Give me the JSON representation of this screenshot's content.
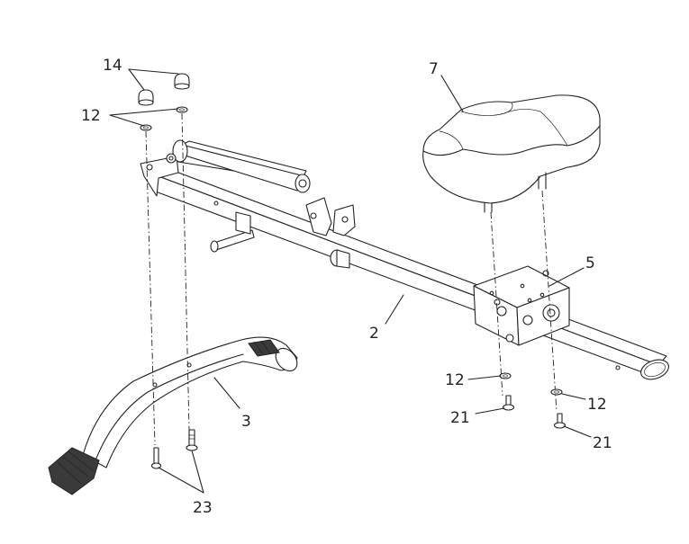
{
  "callouts": {
    "c2": "2",
    "c3": "3",
    "c5": "5",
    "c7": "7",
    "c12a": "12",
    "c12b": "12",
    "c12c": "12",
    "c14": "14",
    "c21a": "21",
    "c21b": "21",
    "c23": "23"
  },
  "colors": {
    "line": "#222222",
    "background": "#ffffff"
  }
}
